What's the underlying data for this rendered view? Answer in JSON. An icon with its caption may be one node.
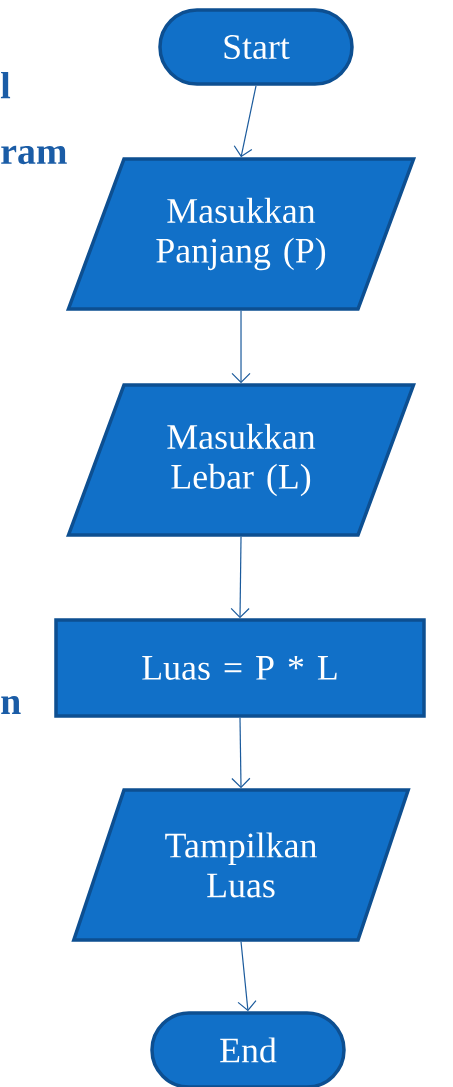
{
  "diagram": {
    "nodes": [
      {
        "text": [
          "Start"
        ]
      },
      {
        "text": [
          "Masukkan Panjang (P)"
        ]
      },
      {
        "text": [
          "Masukkan Lebar (L)"
        ]
      },
      {
        "text": [
          "Luas = P * L"
        ]
      },
      {
        "text": [
          "Tampilkan Luas"
        ]
      },
      {
        "text": [
          "End"
        ]
      }
    ],
    "edges": [
      {
        "from": 0,
        "to": 1,
        "arrow": "to"
      },
      {
        "from": 1,
        "to": 2,
        "arrow": "to"
      },
      {
        "from": 2,
        "to": 3,
        "arrow": "to"
      },
      {
        "from": 3,
        "to": 4,
        "arrow": "to"
      },
      {
        "from": 4,
        "to": 5,
        "arrow": "to"
      }
    ],
    "labels": [
      "l",
      "ram",
      "n"
    ]
  }
}
